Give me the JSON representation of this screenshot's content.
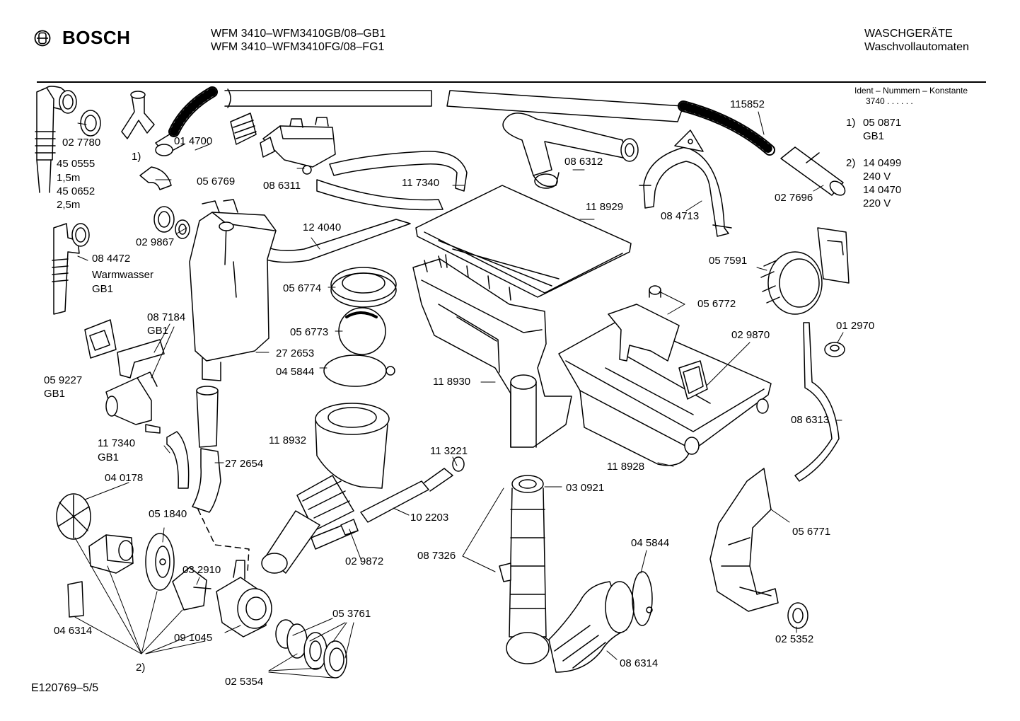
{
  "header": {
    "brand": "BOSCH",
    "model_lines": [
      "WFM 3410–WFM3410GB/08–GB1",
      "WFM 3410–WFM3410FG/08–FG1"
    ],
    "category": "WASCHGERÄTE",
    "subcategory": "Waschvollautomaten"
  },
  "ident": {
    "title": "Ident – Nummern – Konstante",
    "constant": "3740 . . . . . .",
    "notes": [
      {
        "marker": "1)",
        "lines": [
          "05 0871",
          "GB1"
        ]
      },
      {
        "marker": "2)",
        "lines": [
          "14 0499",
          "240 V",
          "14 0470",
          "220 V"
        ]
      }
    ]
  },
  "parts": [
    {
      "id": "p-027780",
      "text": "02 7780"
    },
    {
      "id": "p-450555",
      "text": "45 0555"
    },
    {
      "id": "p-15m",
      "text": "1,5m"
    },
    {
      "id": "p-450652",
      "text": "45 0652"
    },
    {
      "id": "p-25m",
      "text": "2,5m"
    },
    {
      "id": "p-ref1",
      "text": "1)"
    },
    {
      "id": "p-014700",
      "text": "01 4700"
    },
    {
      "id": "p-056769",
      "text": "05 6769"
    },
    {
      "id": "p-086311",
      "text": "08 6311"
    },
    {
      "id": "p-029867",
      "text": "02 9867"
    },
    {
      "id": "p-117340a",
      "text": "11 7340"
    },
    {
      "id": "p-124040",
      "text": "12 4040"
    },
    {
      "id": "p-084472",
      "text": "08 4472"
    },
    {
      "id": "p-warmwasser",
      "text": "Warmwasser"
    },
    {
      "id": "p-gb1a",
      "text": "GB1"
    },
    {
      "id": "p-086312",
      "text": "08 6312"
    },
    {
      "id": "p-115852",
      "text": "115852"
    },
    {
      "id": "p-084713",
      "text": "08 4713"
    },
    {
      "id": "p-027696",
      "text": "02 7696"
    },
    {
      "id": "p-118929",
      "text": "11 8929"
    },
    {
      "id": "p-057591",
      "text": "05 7591"
    },
    {
      "id": "p-056774",
      "text": "05 6774"
    },
    {
      "id": "p-056773",
      "text": "05 6773"
    },
    {
      "id": "p-045844a",
      "text": "04 5844"
    },
    {
      "id": "p-272653",
      "text": "27 2653"
    },
    {
      "id": "p-087184",
      "text": "08 7184"
    },
    {
      "id": "p-gb1b",
      "text": "GB1"
    },
    {
      "id": "p-059227",
      "text": "05 9227"
    },
    {
      "id": "p-gb1c",
      "text": "GB1"
    },
    {
      "id": "p-056772",
      "text": "05 6772"
    },
    {
      "id": "p-029870",
      "text": "02 9870"
    },
    {
      "id": "p-012970",
      "text": "01 2970"
    },
    {
      "id": "p-118930",
      "text": "11 8930"
    },
    {
      "id": "p-086313",
      "text": "08 6313"
    },
    {
      "id": "p-118932",
      "text": "11 8932"
    },
    {
      "id": "p-117340b",
      "text": "11 7340"
    },
    {
      "id": "p-gb1d",
      "text": "GB1"
    },
    {
      "id": "p-272654",
      "text": "27 2654"
    },
    {
      "id": "p-113221",
      "text": "11 3221"
    },
    {
      "id": "p-118928",
      "text": "11 8928"
    },
    {
      "id": "p-040178",
      "text": "04 0178"
    },
    {
      "id": "p-030921",
      "text": "03 0921"
    },
    {
      "id": "p-051840",
      "text": "05 1840"
    },
    {
      "id": "p-102203",
      "text": "10 2203"
    },
    {
      "id": "p-032910",
      "text": "03 2910"
    },
    {
      "id": "p-029872",
      "text": "02 9872"
    },
    {
      "id": "p-087326",
      "text": "08 7326"
    },
    {
      "id": "p-045844b",
      "text": "04 5844"
    },
    {
      "id": "p-056771",
      "text": "05 6771"
    },
    {
      "id": "p-046314",
      "text": "04 6314"
    },
    {
      "id": "p-053761",
      "text": "05 3761"
    },
    {
      "id": "p-091045",
      "text": "09 1045"
    },
    {
      "id": "p-ref2",
      "text": "2)"
    },
    {
      "id": "p-025354",
      "text": "02 5354"
    },
    {
      "id": "p-086314",
      "text": "08 6314"
    },
    {
      "id": "p-025352",
      "text": "02 5352"
    }
  ],
  "footer": {
    "code": "E120769–5/5"
  }
}
